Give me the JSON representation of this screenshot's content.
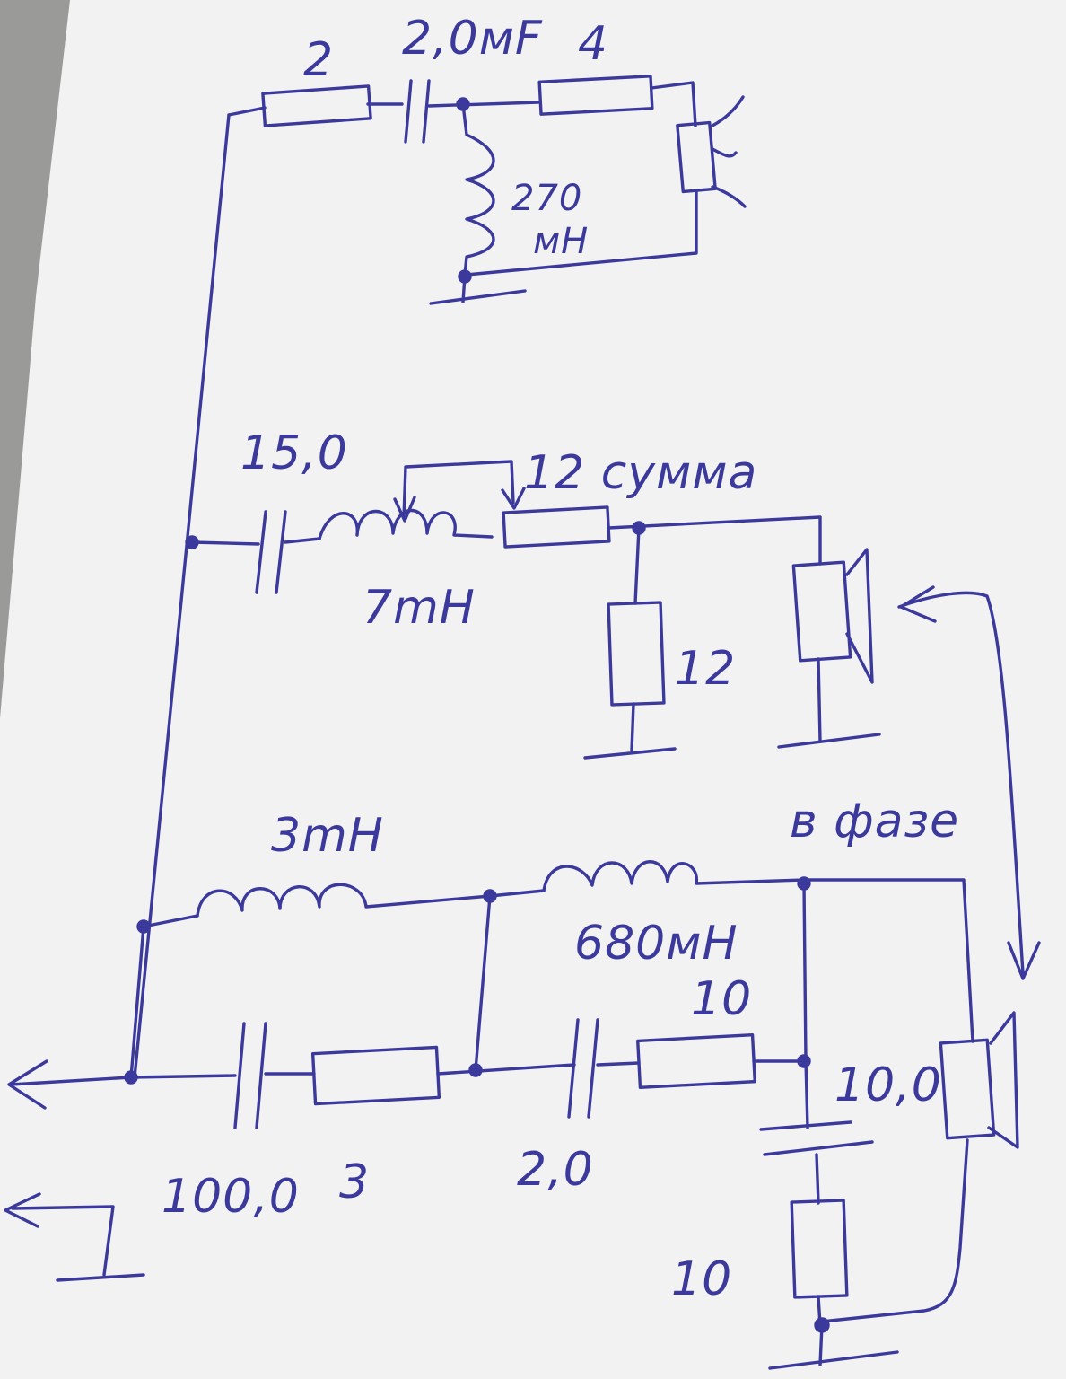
{
  "ink_color": "#3b3a9c",
  "paper_color": "#f2f2f3",
  "labels": {
    "r_top_left": "2",
    "c_top": "2,0мF",
    "r_top_right": "4",
    "l_top_line1": "270",
    "l_top_line2": "мН",
    "c_mid": "15,0",
    "r_mid_note": "12 сумма",
    "l_mid": "7mH",
    "r_mid_shunt": "12",
    "l_bottom_left": "3mH",
    "phase_note": "в фазе",
    "l_bottom_right": "680мН",
    "r_bottom_right": "10",
    "c_bottom_right": "10,0",
    "c_bottom_left": "100,0",
    "r_bottom_left": "3",
    "c_bottom_mid": "2,0",
    "r_bottom_shunt": "10"
  }
}
